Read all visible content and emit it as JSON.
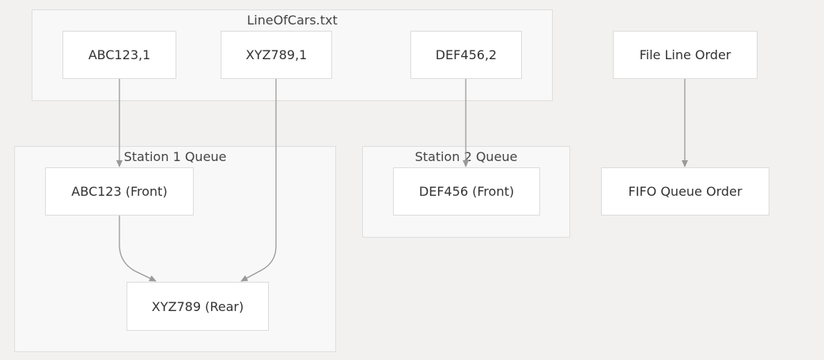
{
  "diagram": {
    "clusters": {
      "file": {
        "label": "LineOfCars.txt"
      },
      "station1": {
        "label": "Station 1 Queue"
      },
      "station2": {
        "label": "Station 2 Queue"
      }
    },
    "nodes": {
      "abc_line": "ABC123,1",
      "xyz_line": "XYZ789,1",
      "def_line": "DEF456,2",
      "abc_front": "ABC123 (Front)",
      "xyz_rear": "XYZ789 (Rear)",
      "def_front": "DEF456 (Front)",
      "file_order": "File Line Order",
      "fifo_order": "FIFO Queue Order"
    },
    "edges": [
      {
        "from": "abc_line",
        "to": "abc_front"
      },
      {
        "from": "xyz_line",
        "to": "xyz_rear"
      },
      {
        "from": "abc_front",
        "to": "xyz_rear"
      },
      {
        "from": "def_line",
        "to": "def_front"
      },
      {
        "from": "file_order",
        "to": "fifo_order"
      }
    ]
  }
}
